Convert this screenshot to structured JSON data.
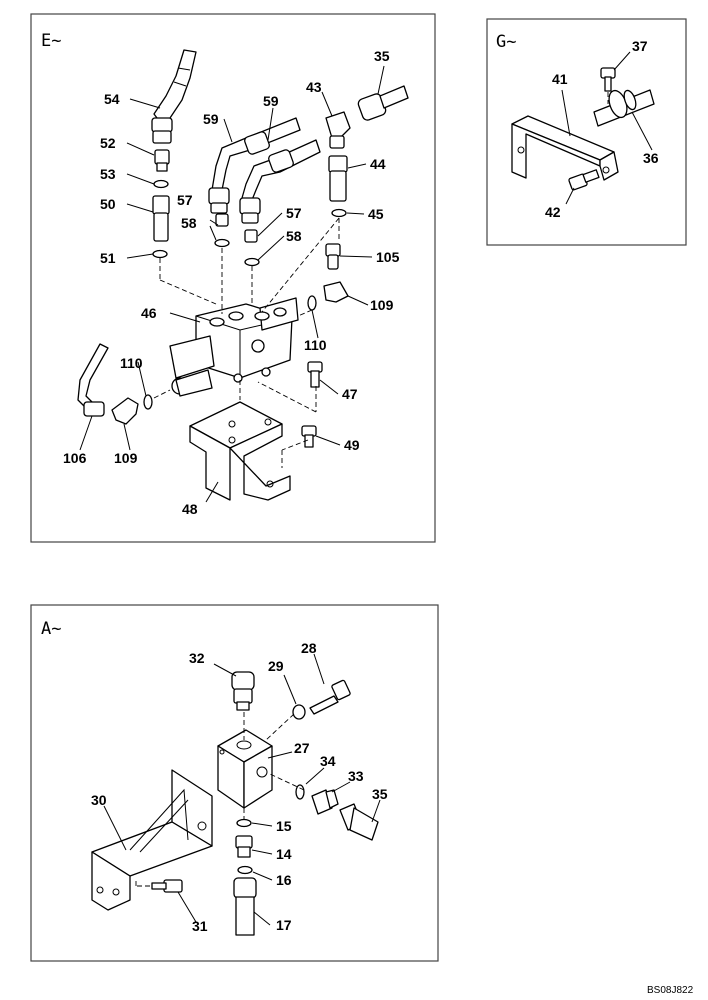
{
  "panels": {
    "E": {
      "title": "E~"
    },
    "G": {
      "title": "G~"
    },
    "A": {
      "title": "A~"
    }
  },
  "callouts": {
    "e54": "54",
    "e52": "52",
    "e53": "53",
    "e50": "50",
    "e51": "51",
    "e59a": "59",
    "e59b": "59",
    "e43": "43",
    "e35": "35",
    "e44": "44",
    "e45": "45",
    "e57a": "57",
    "e58a": "58",
    "e57b": "57",
    "e58b": "58",
    "e105": "105",
    "e109a": "109",
    "e46": "46",
    "e110a": "110",
    "e110b": "110",
    "e47": "47",
    "e49": "49",
    "e48": "48",
    "e106": "106",
    "e109b": "109",
    "g37": "37",
    "g41": "41",
    "g36": "36",
    "g42": "42",
    "a32": "32",
    "a29": "29",
    "a28": "28",
    "a27": "27",
    "a34": "34",
    "a33": "33",
    "a35": "35",
    "a30": "30",
    "a15": "15",
    "a14": "14",
    "a16": "16",
    "a17": "17",
    "a31": "31"
  },
  "drawing_code": "BS08J822"
}
